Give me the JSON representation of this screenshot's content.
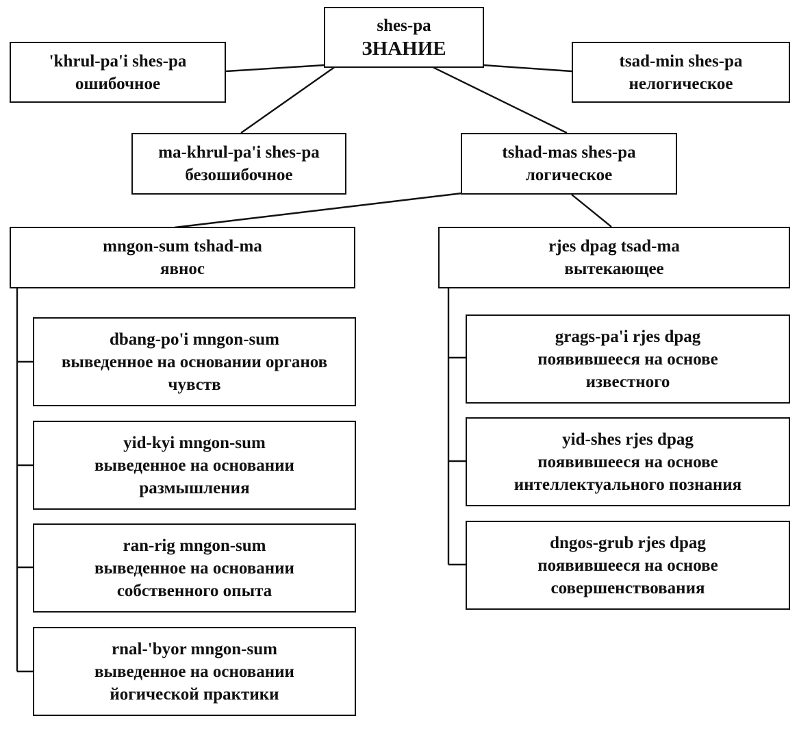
{
  "diagram": {
    "root": {
      "tibetan": "shes-pa",
      "russian": "ЗНАНИЕ"
    },
    "erroneous": {
      "tibetan": "'khrul-pa'i shes-pa",
      "russian": "ошибочное"
    },
    "non_logical": {
      "tibetan": "tsad-min shes-pa",
      "russian": "нелогическое"
    },
    "unerring": {
      "tibetan": "ma-khrul-pa'i shes-pa",
      "russian": "безошибочное"
    },
    "logical": {
      "tibetan": "tshad-mas shes-pa",
      "russian": "логическое"
    },
    "direct": {
      "tibetan": "mngon-sum tshad-ma",
      "russian": "явнос"
    },
    "inferential": {
      "tibetan": "rjes dpag tsad-ma",
      "russian": "вытекающее"
    },
    "direct_children": [
      {
        "tibetan": "dbang-po'i mngon-sum",
        "russian_lines": [
          "выведенное на основании органов",
          "чувств"
        ]
      },
      {
        "tibetan": "yid-kyi mngon-sum",
        "russian_lines": [
          "выведенное на основании",
          "размышления"
        ]
      },
      {
        "tibetan": "ran-rig mngon-sum",
        "russian_lines": [
          "выведенное на основании",
          "собственного опыта"
        ]
      },
      {
        "tibetan": "rnal-'byor mngon-sum",
        "russian_lines": [
          "выведенное на основании",
          "йогической практики"
        ]
      }
    ],
    "inferential_children": [
      {
        "tibetan": "grags-pa'i rjes dpag",
        "russian_lines": [
          "появившееся на основе",
          "известного"
        ]
      },
      {
        "tibetan": "yid-shes rjes dpag",
        "russian_lines": [
          "появившееся на основе",
          "интеллектуального познания"
        ]
      },
      {
        "tibetan": "dngos-grub rjes dpag",
        "russian_lines": [
          "появившееся на основе",
          "совершенствования"
        ]
      }
    ]
  }
}
